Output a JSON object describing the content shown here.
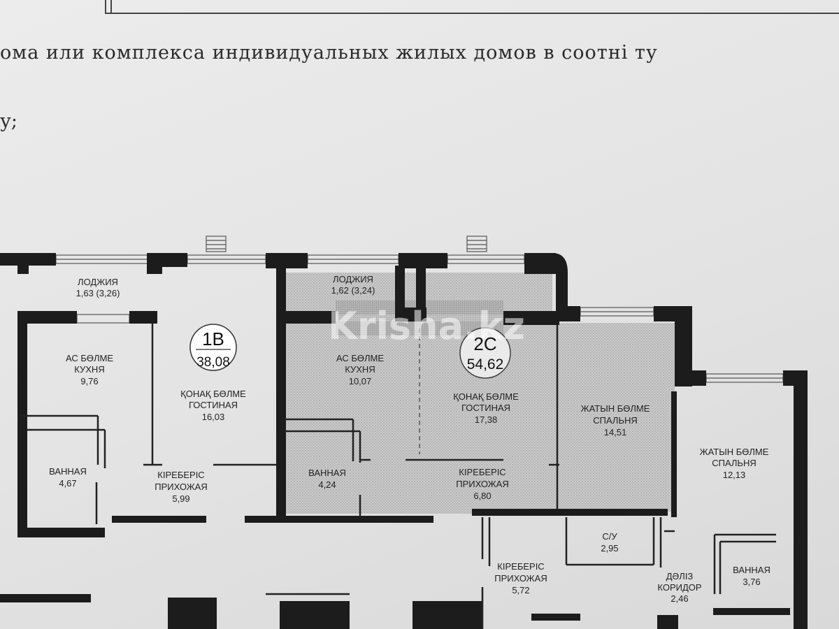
{
  "header": {
    "line1": "ома или комплекса индивидуальных жилых домов в соотні ту",
    "line2": "у;"
  },
  "watermark": "Krisha.kz",
  "units": [
    {
      "code": "1В",
      "area": "38,08"
    },
    {
      "code": "2С",
      "area": "54,62"
    }
  ],
  "rooms": {
    "loggia_left": {
      "name": "ЛОДЖИЯ",
      "area": "1,63 (3,26)"
    },
    "kitchen_left": {
      "kz": "АС БӨЛМЕ",
      "ru": "КУХНЯ",
      "area": "9,76"
    },
    "living_left": {
      "kz": "ҚОНАҚ БӨЛМЕ",
      "ru": "ГОСТИНАЯ",
      "area": "16,03"
    },
    "bath_left": {
      "ru": "ВАННАЯ",
      "area": "4,67"
    },
    "hall_left": {
      "kz": "КІРЕБЕРІС",
      "ru": "ПРИХОЖАЯ",
      "area": "5,99"
    },
    "loggia_mid": {
      "name": "ЛОДЖИЯ",
      "area": "1,62 (3,24)"
    },
    "kitchen_mid": {
      "kz": "АС БӨЛМЕ",
      "ru": "КУХНЯ",
      "area": "10,07"
    },
    "living_mid": {
      "kz": "ҚОНАҚ БӨЛМЕ",
      "ru": "ГОСТИНАЯ",
      "area": "17,38"
    },
    "bedroom_mid": {
      "kz": "ЖАТЫН БӨЛМЕ",
      "ru": "СПАЛЬНЯ",
      "area": "14,51"
    },
    "bath_mid": {
      "ru": "ВАННАЯ",
      "area": "4,24"
    },
    "hall_mid": {
      "kz": "КІРЕБЕРІС",
      "ru": "ПРИХОЖАЯ",
      "area": "6,80"
    },
    "bedroom_right": {
      "kz": "ЖАТЫН БӨЛМЕ",
      "ru": "СПАЛЬНЯ",
      "area": "12,13"
    },
    "wc_right": {
      "ru": "С/У",
      "area": "2,95"
    },
    "hall_lower": {
      "kz": "КІРЕБЕРІС",
      "ru": "ПРИХОЖАЯ",
      "area": "5,72"
    },
    "corridor_right": {
      "kz": "ДӘЛІЗ",
      "ru": "КОРИДОР",
      "area": "2,46"
    },
    "bath_right": {
      "ru": "ВАННАЯ",
      "area": "3,76"
    }
  }
}
